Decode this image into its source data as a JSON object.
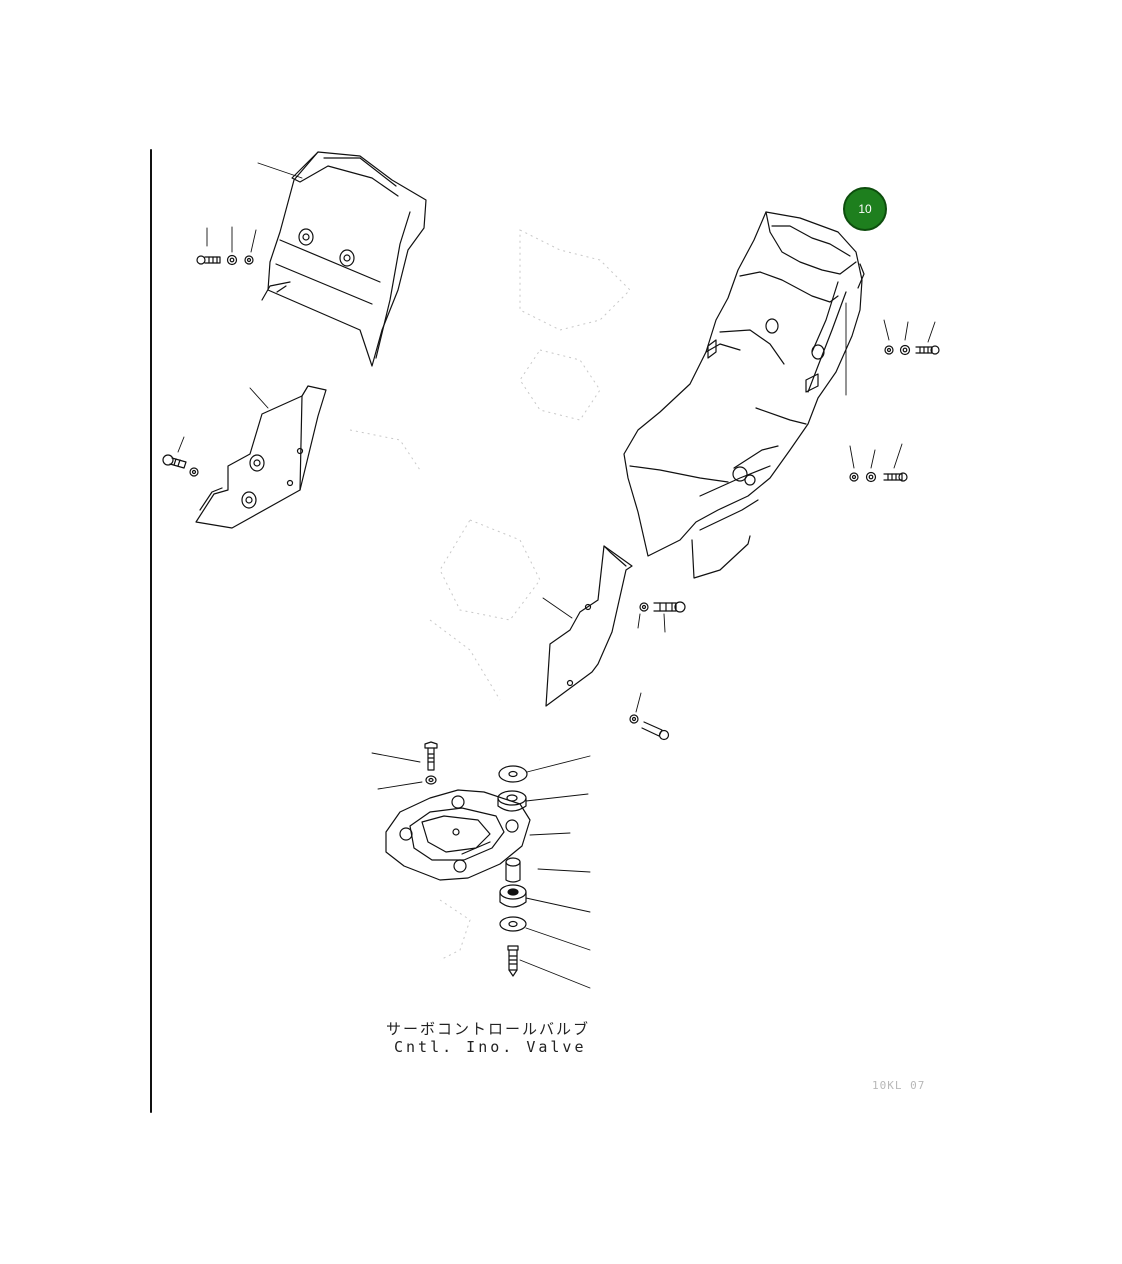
{
  "caption": {
    "jp": "サーボコントロールバルブ",
    "en": "Cntl. Ino. Valve"
  },
  "figure_code": "10KL 07",
  "callouts": [
    {
      "label": "10",
      "color": "#1e7f1e"
    }
  ]
}
